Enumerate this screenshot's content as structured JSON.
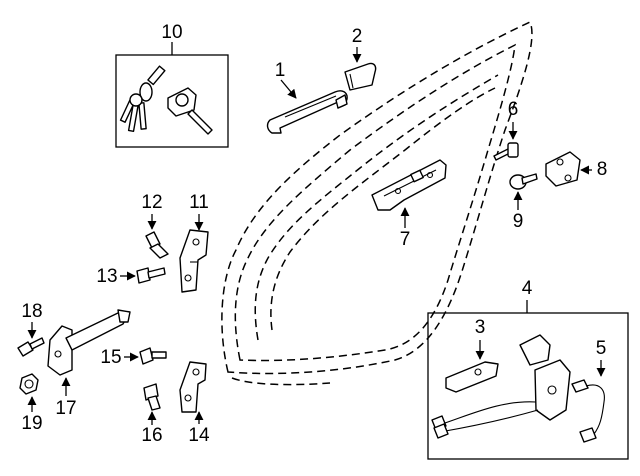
{
  "callouts": {
    "c1": "1",
    "c2": "2",
    "c3": "3",
    "c4": "4",
    "c5": "5",
    "c6": "6",
    "c7": "7",
    "c8": "8",
    "c9": "9",
    "c10": "10",
    "c11": "11",
    "c12": "12",
    "c13": "13",
    "c14": "14",
    "c15": "15",
    "c16": "16",
    "c17": "17",
    "c18": "18",
    "c19": "19"
  },
  "colors": {
    "line": "#000000",
    "background": "#ffffff"
  }
}
